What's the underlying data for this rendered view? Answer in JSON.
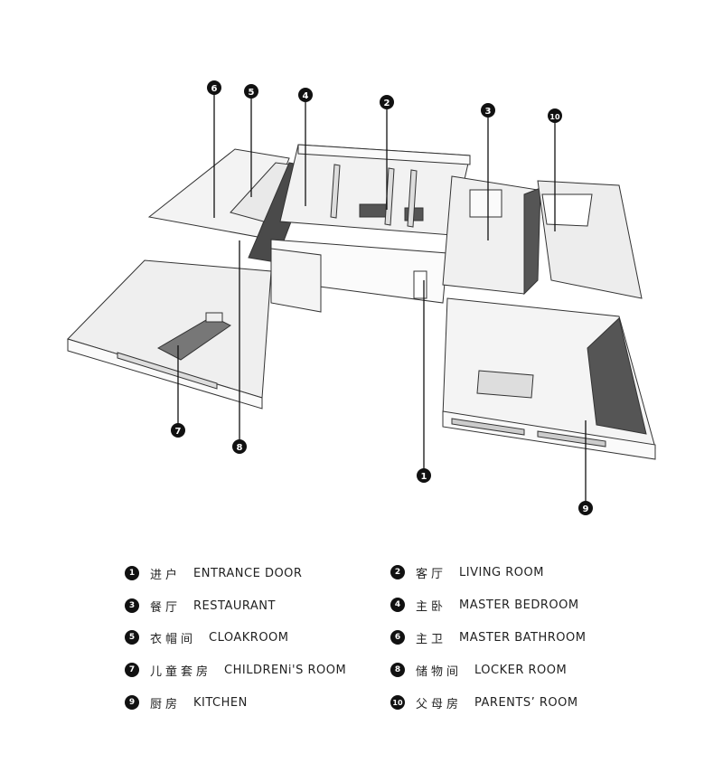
{
  "markers": [
    {
      "n": "1"
    },
    {
      "n": "2"
    },
    {
      "n": "3"
    },
    {
      "n": "4"
    },
    {
      "n": "5"
    },
    {
      "n": "6"
    },
    {
      "n": "7"
    },
    {
      "n": "8"
    },
    {
      "n": "9"
    },
    {
      "n": "10"
    }
  ],
  "legend": [
    {
      "num": "1",
      "cn": "进户",
      "en": "ENTRANCE DOOR"
    },
    {
      "num": "2",
      "cn": "客厅",
      "en": "LIVING ROOM"
    },
    {
      "num": "3",
      "cn": "餐厅",
      "en": "RESTAURANT"
    },
    {
      "num": "4",
      "cn": "主卧",
      "en": "MASTER BEDROOM"
    },
    {
      "num": "5",
      "cn": "衣帽间",
      "en": "CLOAKROOM"
    },
    {
      "num": "6",
      "cn": "主卫",
      "en": "MASTER BATHROOM"
    },
    {
      "num": "7",
      "cn": "儿童套房",
      "en": "CHILDRENi'S ROOM"
    },
    {
      "num": "8",
      "cn": "储物间",
      "en": "LOCKER ROOM"
    },
    {
      "num": "9",
      "cn": "厨房",
      "en": "KITCHEN"
    },
    {
      "num": "10",
      "cn": "父母房",
      "en": "PARENTS’ ROOM"
    }
  ]
}
